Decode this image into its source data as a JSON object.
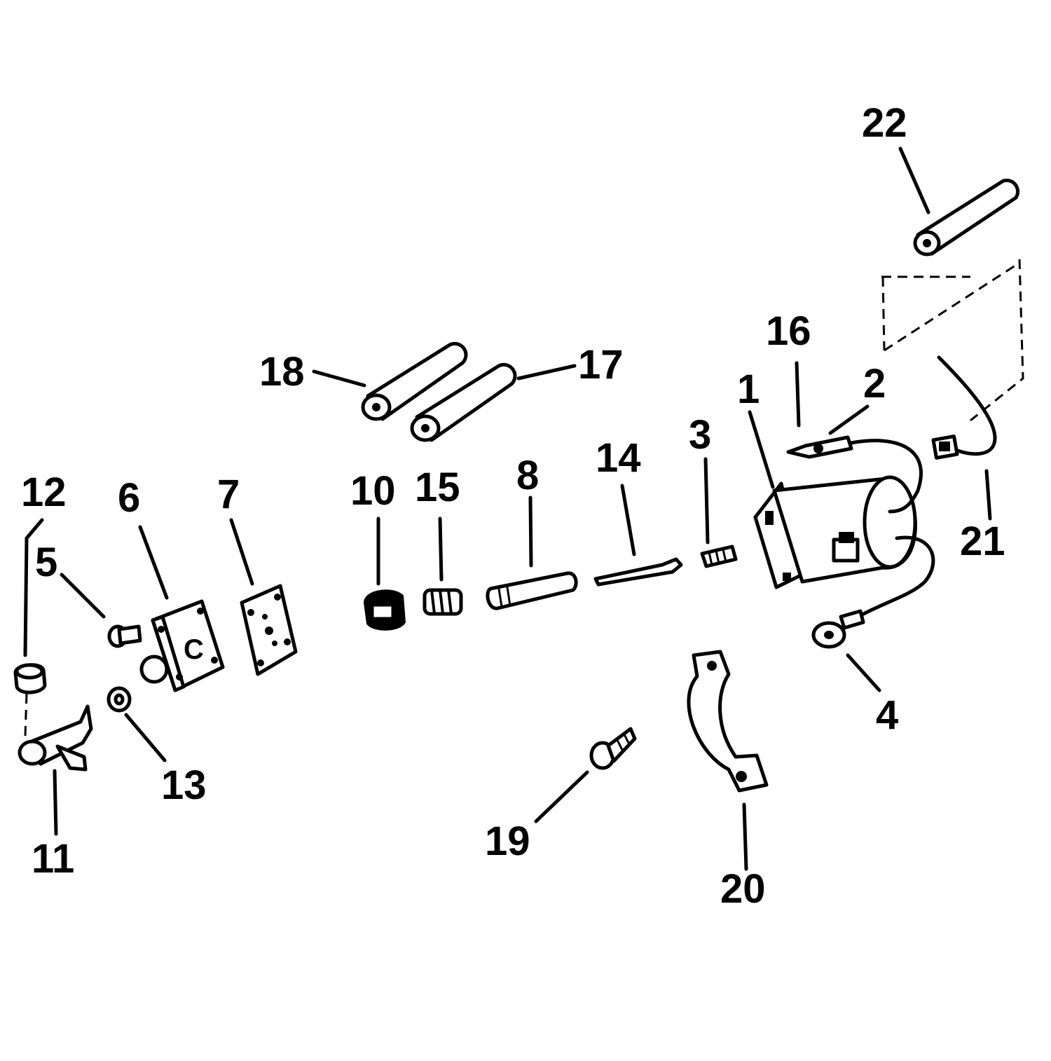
{
  "callouts": [
    {
      "id": "1",
      "label": "1"
    },
    {
      "id": "2",
      "label": "2"
    },
    {
      "id": "3",
      "label": "3"
    },
    {
      "id": "4",
      "label": "4"
    },
    {
      "id": "5",
      "label": "5"
    },
    {
      "id": "6",
      "label": "6"
    },
    {
      "id": "7",
      "label": "7"
    },
    {
      "id": "8",
      "label": "8"
    },
    {
      "id": "10",
      "label": "10"
    },
    {
      "id": "11",
      "label": "11"
    },
    {
      "id": "12",
      "label": "12"
    },
    {
      "id": "13",
      "label": "13"
    },
    {
      "id": "14",
      "label": "14"
    },
    {
      "id": "15",
      "label": "15"
    },
    {
      "id": "16",
      "label": "16"
    },
    {
      "id": "17",
      "label": "17"
    },
    {
      "id": "18",
      "label": "18"
    },
    {
      "id": "19",
      "label": "19"
    },
    {
      "id": "20",
      "label": "20"
    },
    {
      "id": "21",
      "label": "21"
    },
    {
      "id": "22",
      "label": "22"
    }
  ],
  "part_glyphs": {
    "pump_cover_mark": "C"
  }
}
